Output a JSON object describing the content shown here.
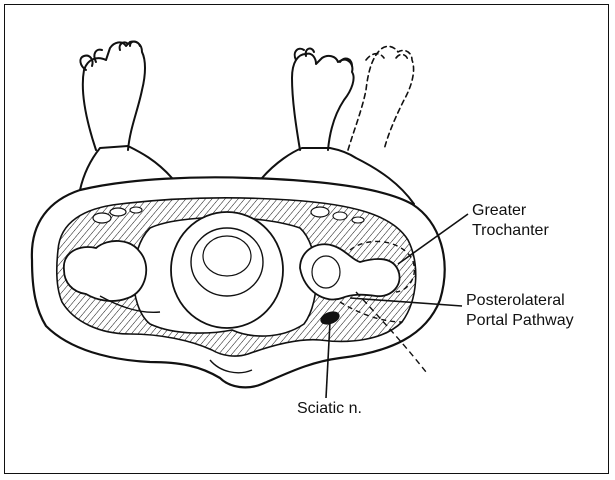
{
  "labels": {
    "greater_trochanter": [
      "Greater",
      "Trochanter"
    ],
    "portal_pathway": [
      "Posterolateral",
      "Portal Pathway"
    ],
    "sciatic": "Sciatic n."
  },
  "colors": {
    "ink": "#111111",
    "background": "#ffffff",
    "frame": "#111111"
  }
}
